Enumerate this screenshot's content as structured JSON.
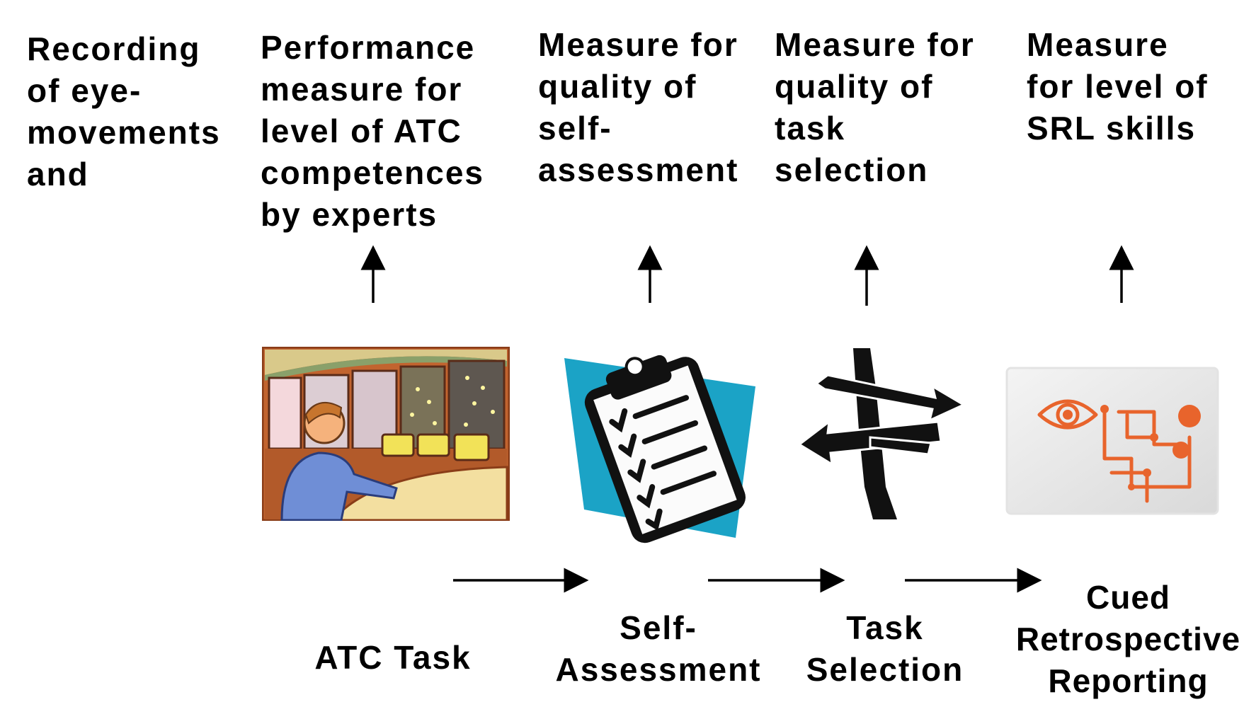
{
  "measures": {
    "eye": "Recording\nof eye-\nmovements\nand",
    "performance": "Performance\nmeasure for\nlevel of ATC\ncompetences\nby experts",
    "self_assessment": "Measure for\nquality of\nself-\nassessment",
    "task_selection": "Measure for\nquality of\ntask\nselection",
    "srl": "Measure\nfor level of\nSRL skills"
  },
  "steps": {
    "atc_task": "ATC Task",
    "self_assessment": "Self-\nAssessment",
    "task_selection": "Task\nSelection",
    "cued_retrospective": "Cued\nRetrospective\nReporting"
  },
  "icons": [
    "atc-control-room-icon",
    "clipboard-checklist-icon",
    "crossroads-signpost-icon",
    "eye-circuit-icon"
  ],
  "colors": {
    "text": "#000000",
    "arrow": "#000000",
    "accent_orange": "#e8642c",
    "accent_teal": "#1ba3c6"
  }
}
